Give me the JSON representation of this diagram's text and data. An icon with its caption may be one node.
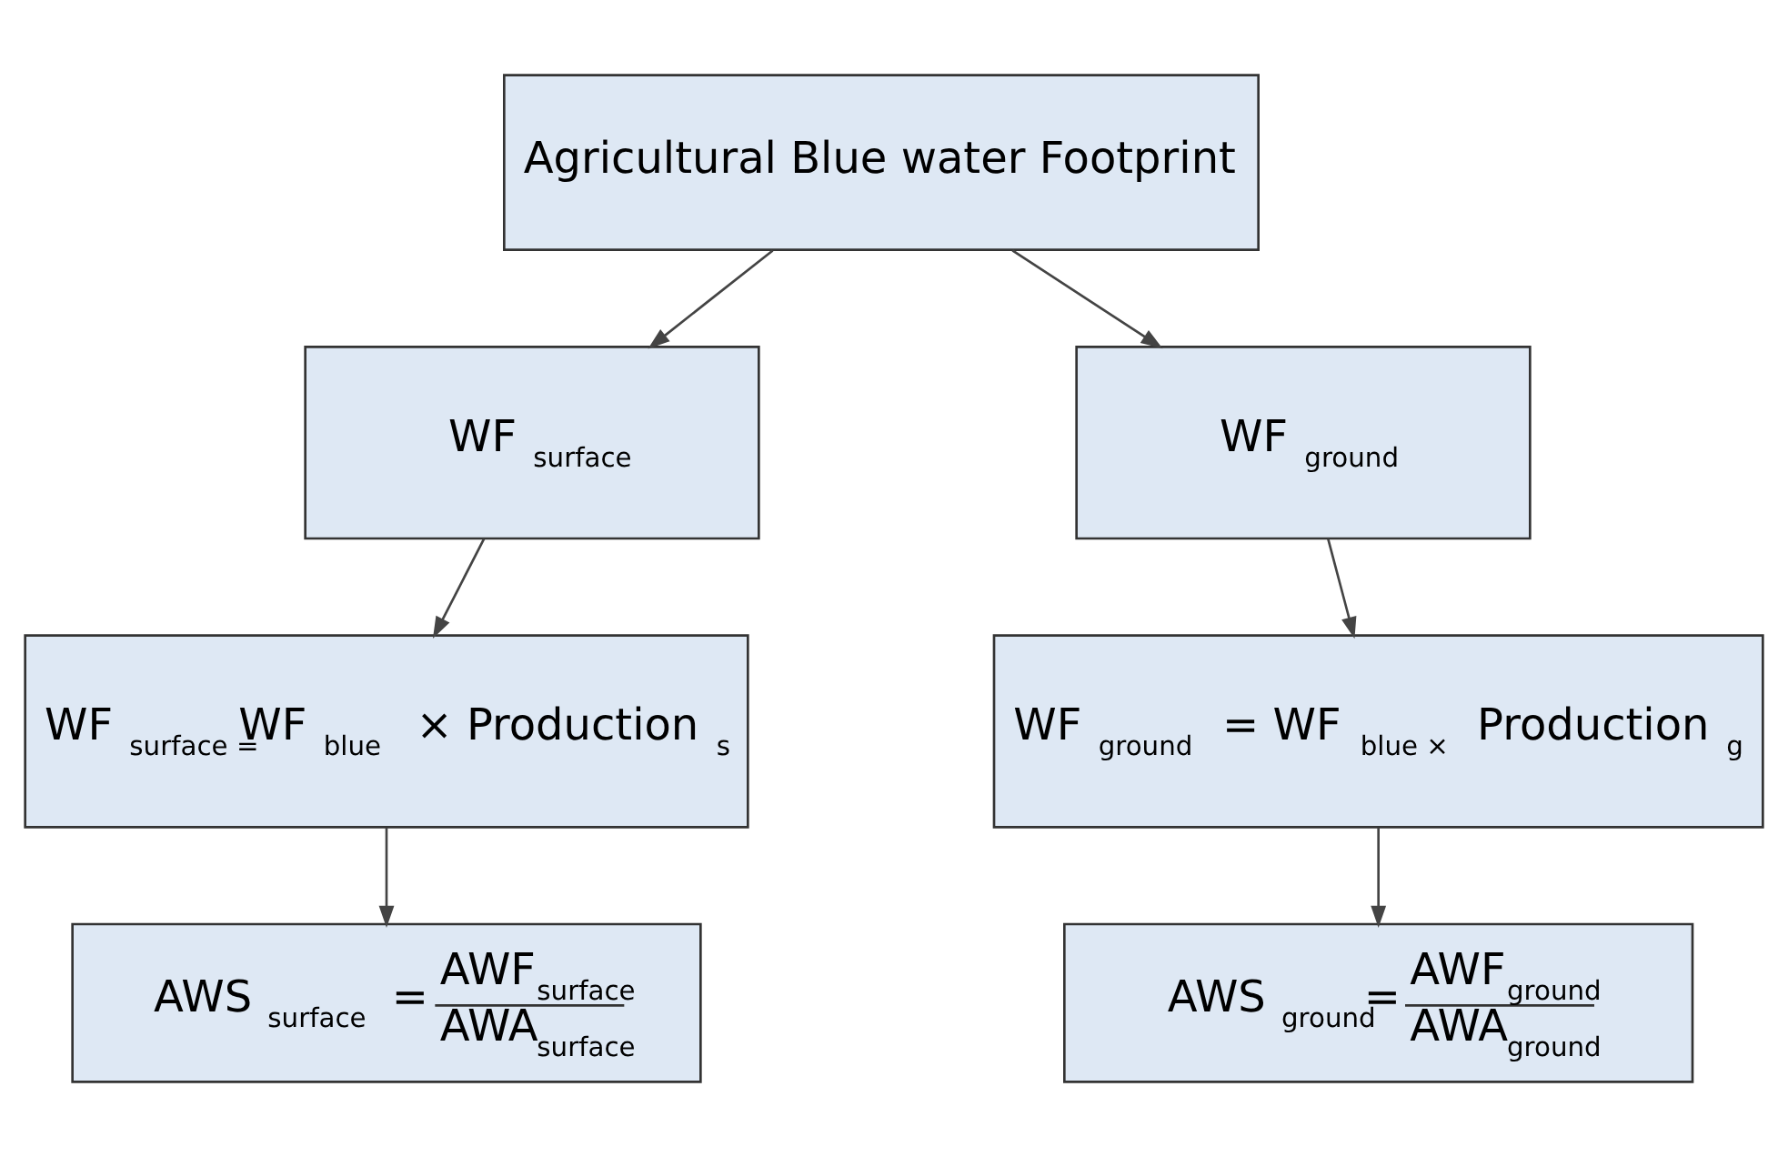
{
  "diagram": {
    "nodes": [
      {
        "text": [
          "Agricultural Blue water Footprint"
        ]
      },
      {
        "text": [
          "WF $_{surface}$"
        ]
      },
      {
        "text": [
          "WF $_{ground}$"
        ]
      },
      {
        "text": [
          "WF $_{surface =}$WF $_{blue}$ × Production $_{s}$"
        ]
      },
      {
        "text": [
          "WF $_{ground}$ = WF $_{blue ×}$ Production $_{g}$"
        ]
      },
      {
        "text": [
          "AWS $_{surface}$ =",
          "AWF$_{surface}$",
          "AWA$_{surface}$"
        ]
      },
      {
        "text": [
          "AWS $_{ground}$=",
          "AWF$_{ground}$",
          "AWA$_{ground}$"
        ]
      }
    ],
    "edges": [
      {
        "from": 0,
        "to": 1,
        "arrow": "to"
      },
      {
        "from": 0,
        "to": 2,
        "arrow": "to"
      },
      {
        "from": 1,
        "to": 3,
        "arrow": "to"
      },
      {
        "from": 2,
        "to": 4,
        "arrow": "to"
      },
      {
        "from": 3,
        "to": 5,
        "arrow": "to"
      },
      {
        "from": 4,
        "to": 6,
        "arrow": "to"
      }
    ]
  }
}
